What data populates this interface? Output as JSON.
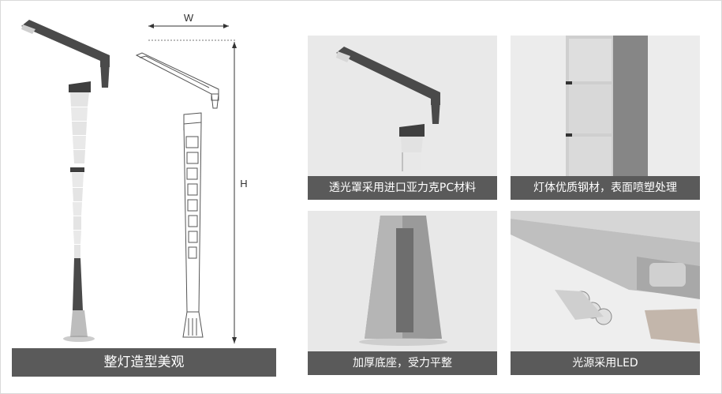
{
  "main": {
    "caption": "整灯造型美观",
    "dimension_width_label": "W",
    "dimension_height_label": "H"
  },
  "details": [
    {
      "caption": "透光罩采用进口亚力克PC材料",
      "icon": "lamp-head"
    },
    {
      "caption": "灯体优质钢材，表面喷塑处理",
      "icon": "pole-body"
    },
    {
      "caption": "加厚底座，受力平整",
      "icon": "base"
    },
    {
      "caption": "光源采用LED",
      "icon": "led-module"
    }
  ],
  "colors": {
    "caption_bg": "#5a5a5a",
    "caption_text": "#ffffff",
    "pole_dark": "#4a4a4a",
    "pole_light": "#e6e6e6"
  }
}
